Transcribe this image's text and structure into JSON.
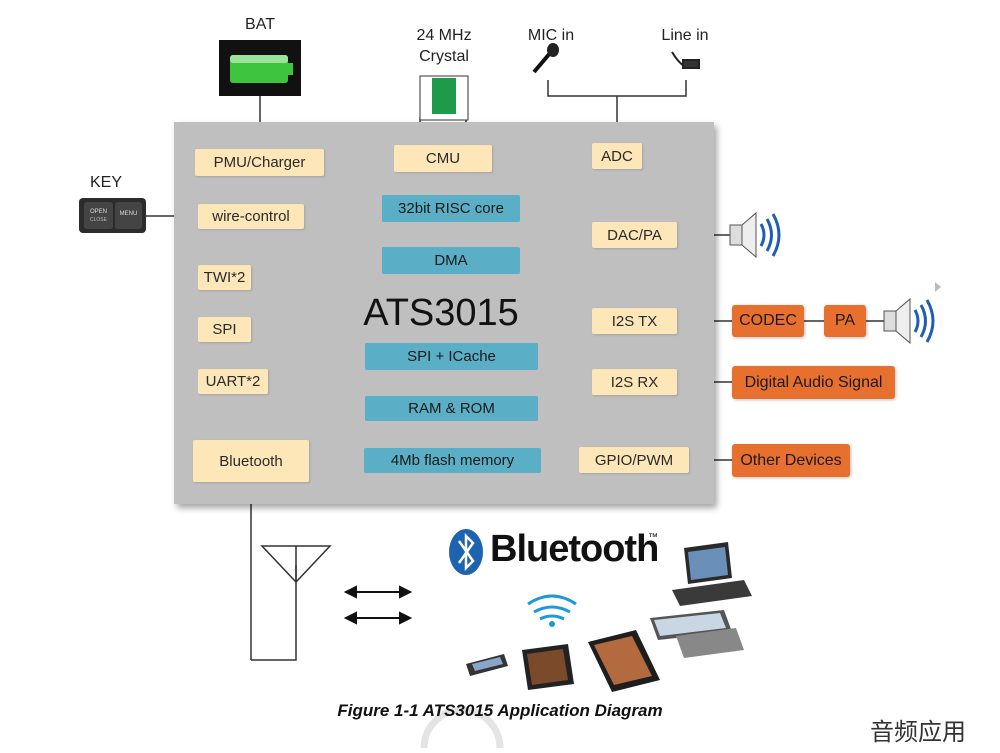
{
  "labels": {
    "bat": "BAT",
    "crystal_line1": "24 MHz",
    "crystal_line2": "Crystal",
    "mic_in": "MIC in",
    "line_in": "Line in",
    "key": "KEY",
    "key_open": "OPEN",
    "key_close": "CLOSE",
    "key_menu": "MENU"
  },
  "chip": {
    "name": "ATS3015",
    "left_blocks": [
      "PMU/Charger",
      "wire-control",
      "TWI*2",
      "SPI",
      "UART*2",
      "Bluetooth"
    ],
    "center_top": "CMU",
    "core_blocks": [
      "32bit RISC core",
      "DMA",
      "SPI + ICache",
      "RAM & ROM",
      "4Mb flash memory"
    ],
    "right_blocks": [
      "ADC",
      "DAC/PA",
      "I2S TX",
      "I2S RX",
      "GPIO/PWM"
    ]
  },
  "external": {
    "codec": "CODEC",
    "pa": "PA",
    "digital_audio": "Digital Audio Signal",
    "other_devices": "Other Devices"
  },
  "bluetooth_logo_text": "Bluetooth",
  "bluetooth_tm": "™",
  "caption": "Figure 1-1 ATS3015 Application Diagram",
  "watermark": "音频应用",
  "colors": {
    "chip_background": "#bfbfbf",
    "peripheral_fill": "#fde6b8",
    "core_fill": "#5aafc6",
    "external_fill": "#e8702f",
    "bluetooth_blue": "#1e63b0"
  }
}
